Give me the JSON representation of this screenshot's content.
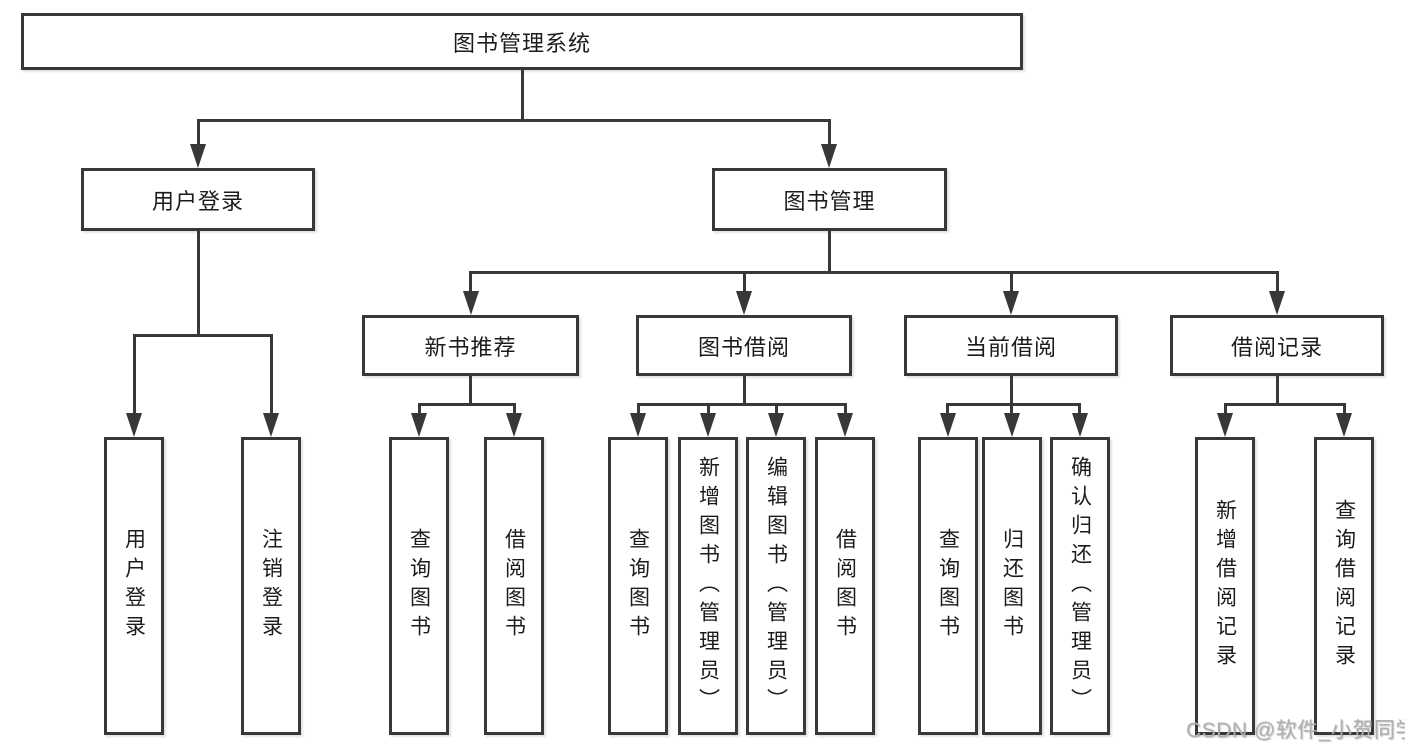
{
  "diagram": {
    "root": {
      "label": "图书管理系统"
    },
    "level2": {
      "user_login": {
        "label": "用户登录"
      },
      "book_management": {
        "label": "图书管理"
      }
    },
    "level3": {
      "new_book_recommend": {
        "label": "新书推荐"
      },
      "book_borrow": {
        "label": "图书借阅"
      },
      "current_borrow": {
        "label": "当前借阅"
      },
      "borrow_records": {
        "label": "借阅记录"
      }
    },
    "leaves": {
      "user_login_1": "用户登录",
      "user_login_2": "注销登录",
      "new_book_1": "查询图书",
      "new_book_2": "借阅图书",
      "borrow_1": "查询图书",
      "borrow_2": "新增图书（管理员）",
      "borrow_3": "编辑图书（管理员）",
      "borrow_4": "借阅图书",
      "current_1": "查询图书",
      "current_2": "归还图书",
      "current_3": "确认归还（管理员）",
      "records_1": "新增借阅记录",
      "records_2": "查询借阅记录"
    }
  },
  "watermark": "CSDN @软件_小贺同学",
  "colors": {
    "line": "#383838",
    "text": "#1c1c1c",
    "watermark": "#b1afaf"
  }
}
